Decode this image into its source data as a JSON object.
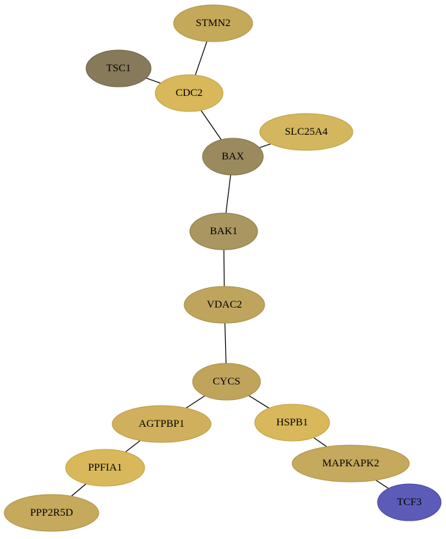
{
  "nodes": [
    {
      "id": "STMN2",
      "label": "STMN2",
      "fill": "#c5a95a",
      "stroke": "#b09445"
    },
    {
      "id": "TSC1",
      "label": "TSC1",
      "fill": "#877a5a",
      "stroke": "#6e6244"
    },
    {
      "id": "CDC2",
      "label": "CDC2",
      "fill": "#d8b85a",
      "stroke": "#c3a245"
    },
    {
      "id": "SLC25A4",
      "label": "SLC25A4",
      "fill": "#d4b65e",
      "stroke": "#bfa049"
    },
    {
      "id": "BAX",
      "label": "BAX",
      "fill": "#9a8a5e",
      "stroke": "#827349"
    },
    {
      "id": "BAK1",
      "label": "BAK1",
      "fill": "#a99660",
      "stroke": "#91804b"
    },
    {
      "id": "VDAC2",
      "label": "VDAC2",
      "fill": "#bfa45e",
      "stroke": "#a98f49"
    },
    {
      "id": "CYCS",
      "label": "CYCS",
      "fill": "#c0a45c",
      "stroke": "#aa8f47"
    },
    {
      "id": "AGTPBP1",
      "label": "AGTPBP1",
      "fill": "#d0b05c",
      "stroke": "#bb9a47"
    },
    {
      "id": "HSPB1",
      "label": "HSPB1",
      "fill": "#d8b85a",
      "stroke": "#c3a245"
    },
    {
      "id": "PPFIA1",
      "label": "PPFIA1",
      "fill": "#d8b85a",
      "stroke": "#c3a245"
    },
    {
      "id": "MAPKAPK2",
      "label": "MAPKAPK2",
      "fill": "#c5a95c",
      "stroke": "#b09447"
    },
    {
      "id": "PPP2R5D",
      "label": "PPP2R5D",
      "fill": "#c5a95c",
      "stroke": "#b09447"
    },
    {
      "id": "TCF3",
      "label": "TCF3",
      "fill": "#5c5cb8",
      "stroke": "#4646a3"
    }
  ],
  "edges": [
    [
      "STMN2",
      "CDC2"
    ],
    [
      "TSC1",
      "CDC2"
    ],
    [
      "CDC2",
      "BAX"
    ],
    [
      "SLC25A4",
      "BAX"
    ],
    [
      "BAX",
      "BAK1"
    ],
    [
      "BAK1",
      "VDAC2"
    ],
    [
      "VDAC2",
      "CYCS"
    ],
    [
      "CYCS",
      "AGTPBP1"
    ],
    [
      "CYCS",
      "HSPB1"
    ],
    [
      "AGTPBP1",
      "PPFIA1"
    ],
    [
      "PPFIA1",
      "PPP2R5D"
    ],
    [
      "HSPB1",
      "MAPKAPK2"
    ],
    [
      "MAPKAPK2",
      "TCF3"
    ]
  ]
}
